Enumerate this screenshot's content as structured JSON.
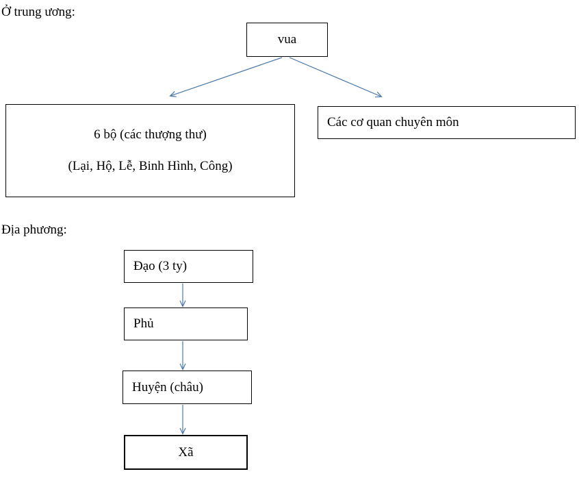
{
  "diagram": {
    "title_central": "Ở trung ương:",
    "title_local": "Địa phương:",
    "nodes": {
      "vua": "vua",
      "six_ministries_line1": "6 bộ (các thượng thư)",
      "six_ministries_line2": "(Lại, Hộ, Lễ, Binh Hình, Công)",
      "specialized_agencies": "Các cơ quan chuyên môn",
      "dao": "Đạo (3 ty)",
      "phu": "Phủ",
      "huyen": "Huyện (châu)",
      "xa": "Xã"
    },
    "connectors": [
      {
        "name": "vua-to-six-ministries",
        "from": "vua",
        "to": "six_ministries",
        "style": "diagonal-arrow"
      },
      {
        "name": "vua-to-specialized-agencies",
        "from": "vua",
        "to": "specialized_agencies",
        "style": "diagonal-arrow"
      },
      {
        "name": "dao-to-phu",
        "from": "dao",
        "to": "phu",
        "style": "vertical-arrow"
      },
      {
        "name": "phu-to-huyen",
        "from": "phu",
        "to": "huyen",
        "style": "vertical-arrow"
      },
      {
        "name": "huyen-to-xa",
        "from": "huyen",
        "to": "xa",
        "style": "vertical-arrow"
      }
    ],
    "colors": {
      "arrow": "#4a77ab",
      "box_border": "#000000",
      "text": "#000000",
      "background": "#ffffff"
    }
  }
}
